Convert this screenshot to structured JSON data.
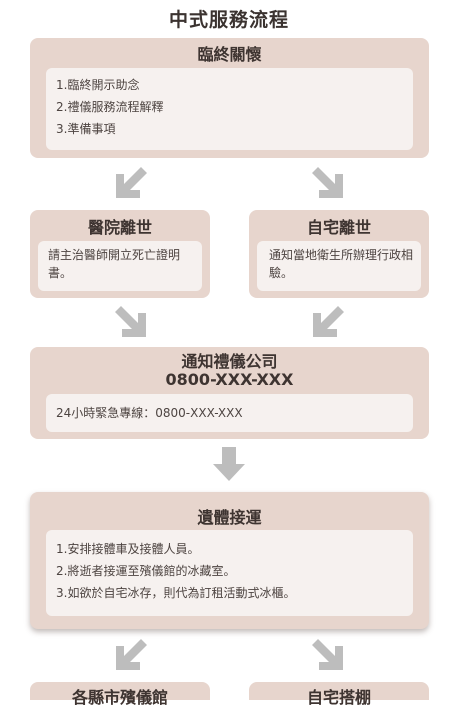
{
  "title": "中式服務流程",
  "steps": {
    "end_of_life": {
      "title": "臨終關懷",
      "items": [
        "1.臨終開示助念",
        "2.禮儀服務流程解釋",
        "3.準備事項"
      ]
    },
    "hospital_death": {
      "title": "醫院離世",
      "text": "請主治醫師開立死亡證明書。"
    },
    "home_death": {
      "title": "自宅離世",
      "text": "通知當地衛生所辦理行政相驗。"
    },
    "notify_company": {
      "title": "通知禮儀公司",
      "phone": "0800-XXX-XXX",
      "hotline": "24小時緊急專線：0800-XXX-XXX"
    },
    "body_transport": {
      "title": "遺體接運",
      "items": [
        "1.安排接體車及接體人員。",
        "2.將逝者接運至殯儀館的冰藏室。",
        "3.如欲於自宅冰存，則代為訂租活動式冰櫃。"
      ]
    },
    "funeral_home": {
      "title": "各縣市殯儀館"
    },
    "home_tent": {
      "title": "自宅搭棚"
    }
  },
  "colors": {
    "card": "#e7d5cd",
    "card_body": "#f6f1ef",
    "arrow": "#bdbdbd",
    "title": "#3b3330"
  },
  "icons": {
    "arrow_down_right": "arrow-down-right-icon",
    "arrow_down_left": "arrow-down-left-icon",
    "arrow_down": "arrow-down-icon"
  }
}
